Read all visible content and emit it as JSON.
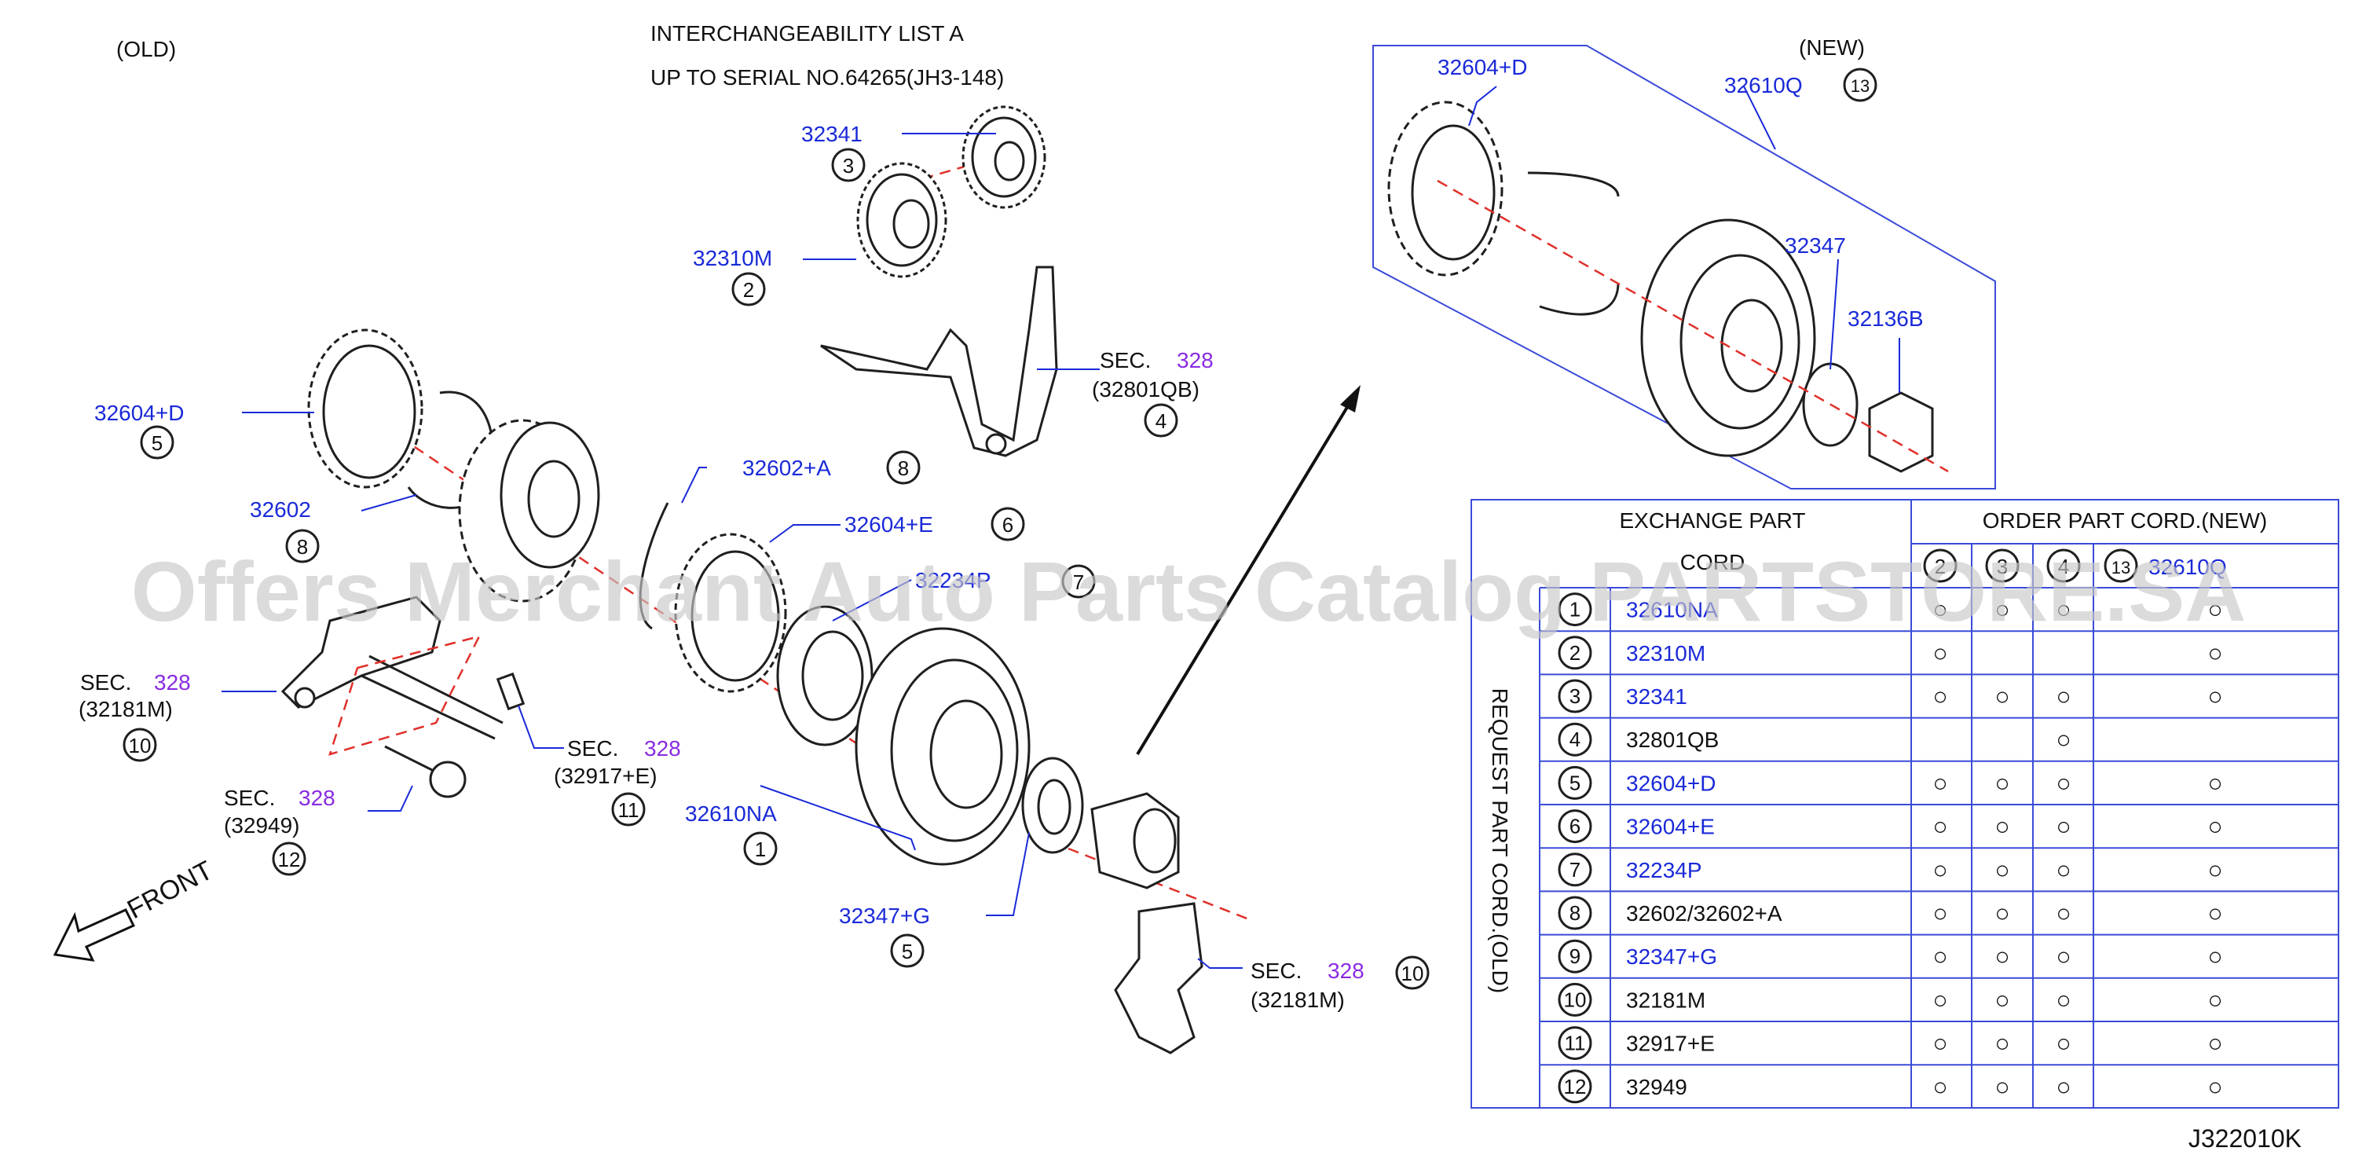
{
  "header": {
    "old_label": "(OLD)",
    "new_label": "(NEW)",
    "title_line1": "INTERCHANGEABILITY  LIST  A",
    "title_line2": "UP  TO  SERIAL  NO.64265(JH3-148)",
    "diagram_code": "J322010K",
    "front_label": "FRONT"
  },
  "watermark": "Offers Merchant Auto Parts Catalog PARTSTORE.SA",
  "colors": {
    "part_number": "#1a2ad8",
    "section_ref": "#8a2be2",
    "frame": "#3b4bd8",
    "axis": "#e0302a"
  },
  "callouts": {
    "c3_pn": "32341",
    "c3_num": "3",
    "c2_pn": "32310M",
    "c2_num": "2",
    "c4_sec": "SEC.",
    "c4_sec_num": "328",
    "c4_pn": "(32801QB)",
    "c4_num": "4",
    "c5_pn": "32604+D",
    "c5_num": "5",
    "c8_pn": "32602",
    "c8_num": "8",
    "c8b_num": "8",
    "c_a_pn": "32602+A",
    "c_e_pn": "32604+E",
    "c6_num": "6",
    "c7_pn": "32234P",
    "c7_num": "7",
    "c10_sec": "SEC.",
    "c10_sec_num": "328",
    "c10_pn": "(32181M)",
    "c10_num": "10",
    "c11_sec": "SEC.",
    "c11_sec_num": "328",
    "c11_pn": "(32917+E)",
    "c11_num": "11",
    "c12_sec": "SEC.",
    "c12_sec_num": "328",
    "c12_pn": "(32949)",
    "c12_num": "12",
    "c1_pn": "32610NA",
    "c1_num": "1",
    "c9_pn": "32347+G",
    "c9_num": "5",
    "c10b_sec": "SEC.",
    "c10b_sec_num": "328",
    "c10b_pn": "(32181M)",
    "c10b_num": "10",
    "new_d_pn": "32604+D",
    "new_q_pn": "32610Q",
    "new_q_num": "13",
    "new_347_pn": "32347",
    "new_136_pn": "32136B"
  },
  "table": {
    "exchange_title": "EXCHANGE  PART",
    "cord_label": "CORD",
    "order_title": "ORDER  PART  CORD.(NEW)",
    "side_label": "REQUEST PART CORD.(OLD)",
    "col_heads": [
      "2",
      "3",
      "4",
      "13"
    ],
    "col_extra": "32610Q",
    "mark": "○",
    "rows": [
      {
        "num": "1",
        "pn": "32610NA",
        "c2": "○",
        "c3": "○",
        "c4": "○",
        "c13": "○"
      },
      {
        "num": "2",
        "pn": "32310M",
        "c2": "○",
        "c3": "",
        "c4": "",
        "c13": "○"
      },
      {
        "num": "3",
        "pn": "32341",
        "c2": "○",
        "c3": "○",
        "c4": "○",
        "c13": "○"
      },
      {
        "num": "4",
        "pn": "32801QB",
        "c2": "",
        "c3": "",
        "c4": "○",
        "c13": ""
      },
      {
        "num": "5",
        "pn": "32604+D",
        "c2": "○",
        "c3": "○",
        "c4": "○",
        "c13": "○"
      },
      {
        "num": "6",
        "pn": "32604+E",
        "c2": "○",
        "c3": "○",
        "c4": "○",
        "c13": "○"
      },
      {
        "num": "7",
        "pn": "32234P",
        "c2": "○",
        "c3": "○",
        "c4": "○",
        "c13": "○"
      },
      {
        "num": "8",
        "pn": "32602/32602+A",
        "c2": "○",
        "c3": "○",
        "c4": "○",
        "c13": "○"
      },
      {
        "num": "9",
        "pn": "32347+G",
        "c2": "○",
        "c3": "○",
        "c4": "○",
        "c13": "○"
      },
      {
        "num": "10",
        "pn": "32181M",
        "c2": "○",
        "c3": "○",
        "c4": "○",
        "c13": "○"
      },
      {
        "num": "11",
        "pn": "32917+E",
        "c2": "○",
        "c3": "○",
        "c4": "○",
        "c13": "○"
      },
      {
        "num": "12",
        "pn": "32949",
        "c2": "○",
        "c3": "○",
        "c4": "○",
        "c13": "○"
      }
    ]
  }
}
